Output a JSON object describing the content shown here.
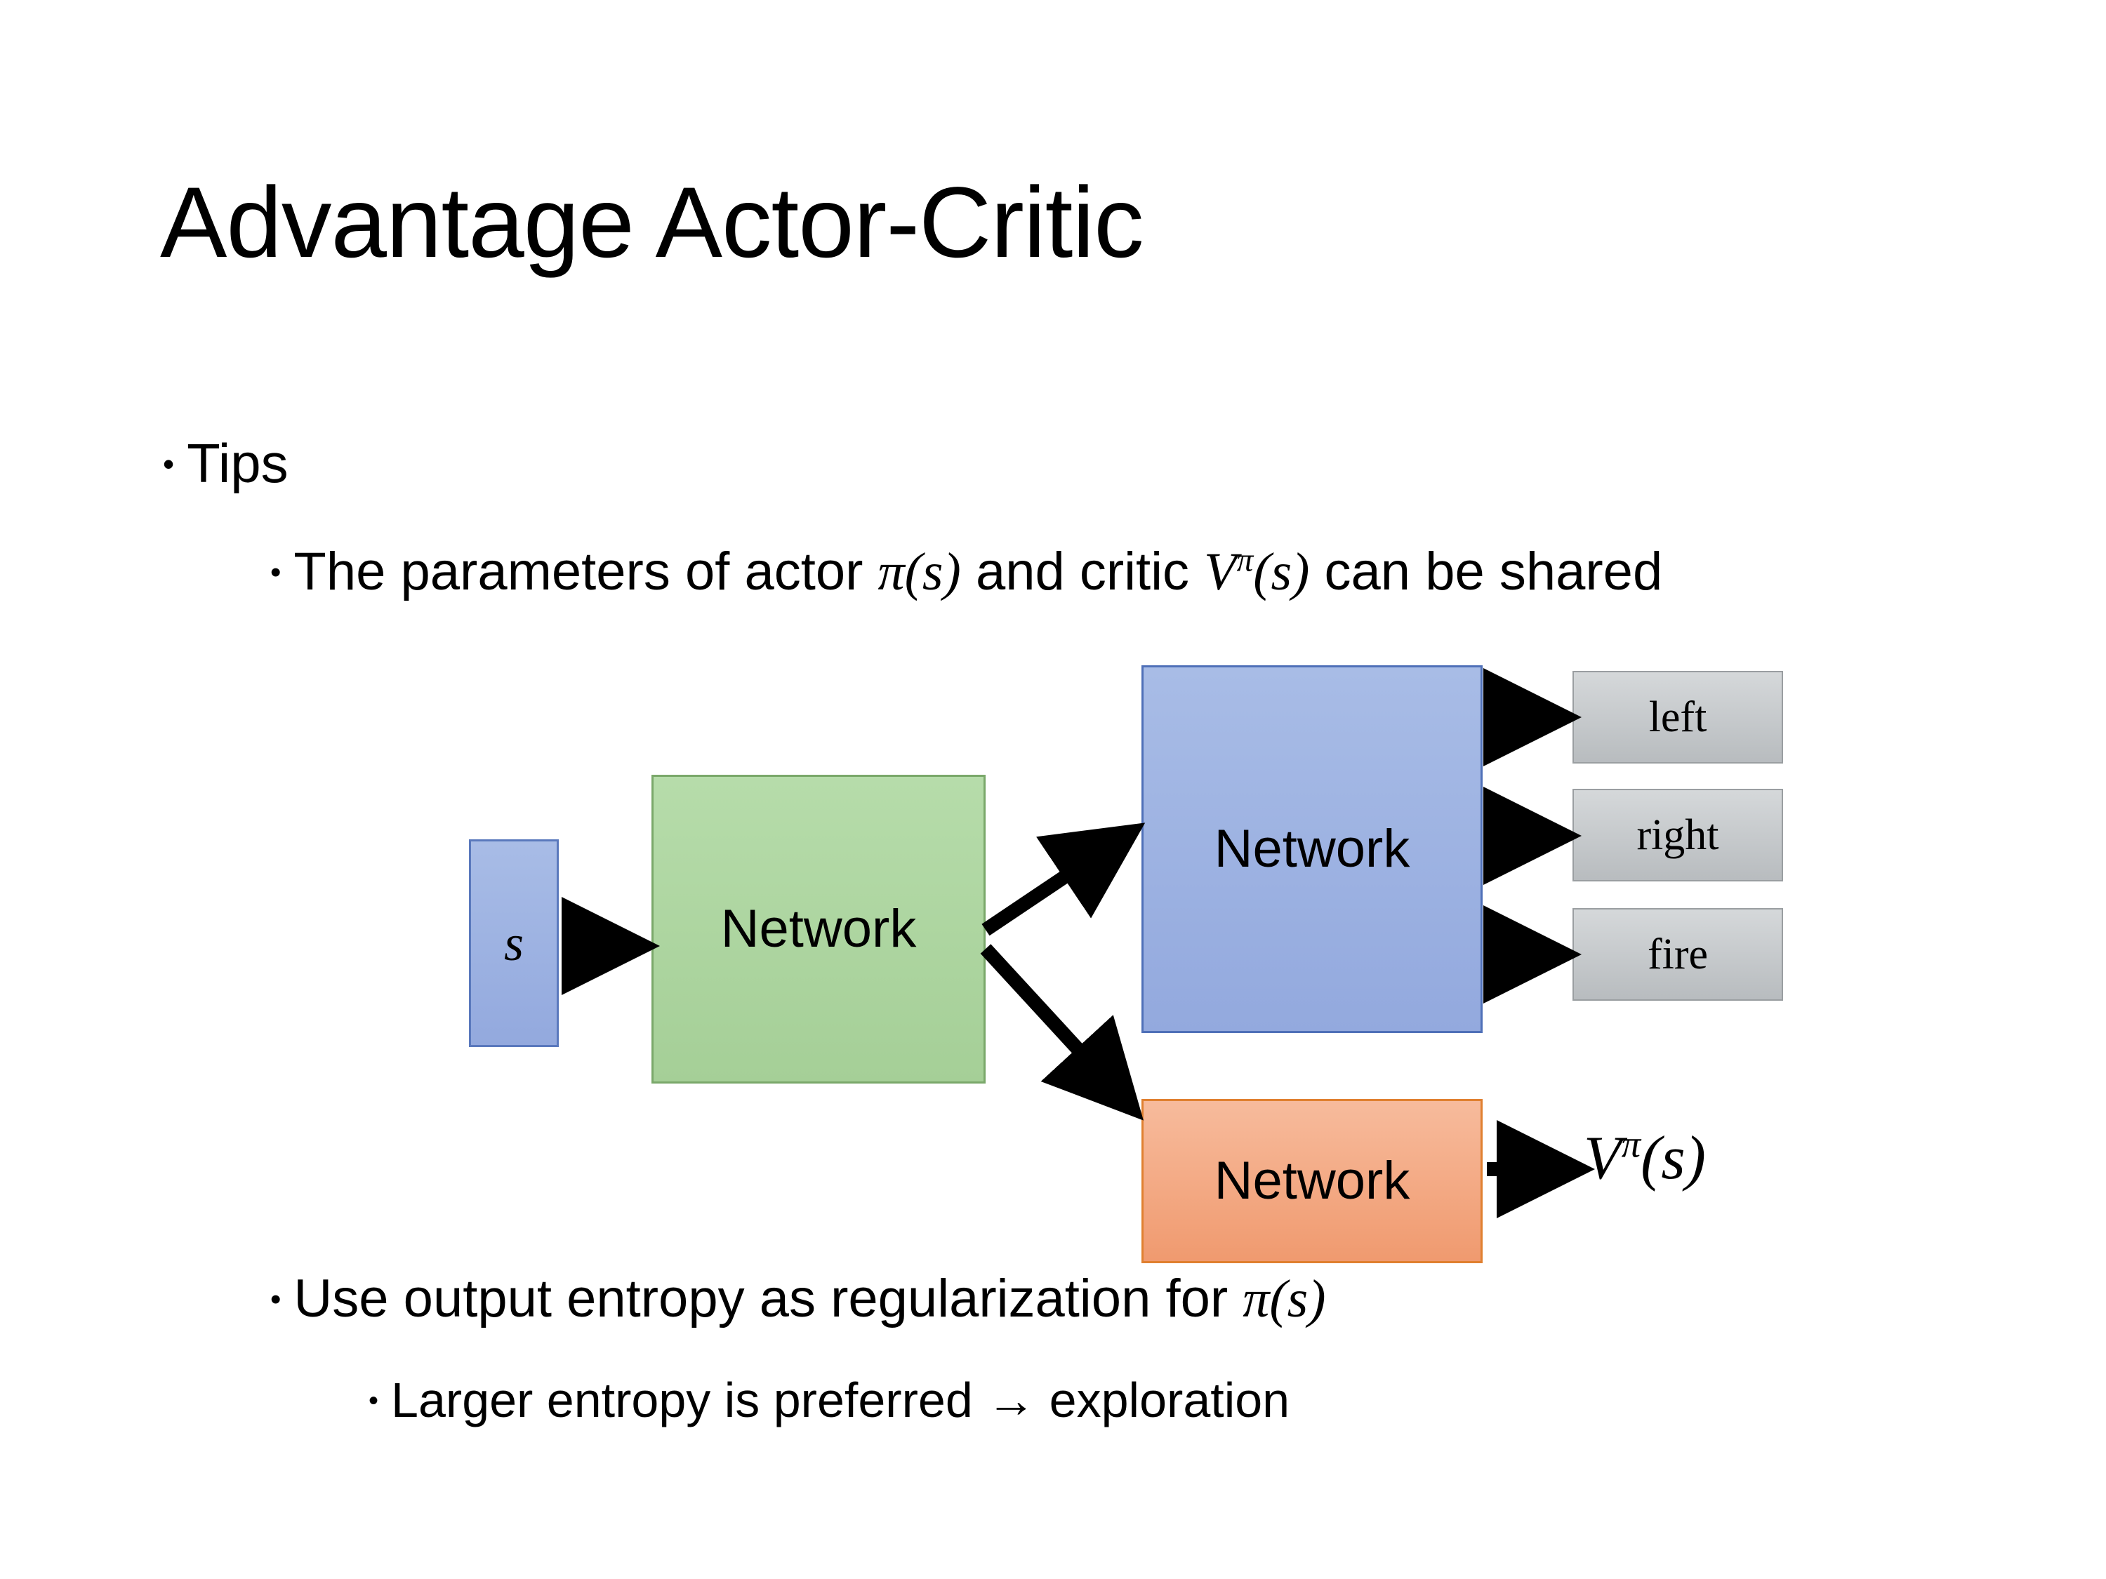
{
  "slide": {
    "title": "Advantage Actor-Critic",
    "bullets": [
      {
        "level": 1,
        "marker": "•",
        "text": "Tips"
      },
      {
        "level": 2,
        "marker": "•",
        "text_parts": [
          "The parameters of actor ",
          "π(s)",
          "  and critic ",
          "V",
          "π",
          "(s)",
          " can be shared"
        ],
        "text_plain": "The parameters of actor π(s)  and critic Vπ(s) can be shared"
      },
      {
        "level": 2,
        "marker": "•",
        "text_plain": "Use output entropy as regularization for π(s)",
        "prefix": "Use output entropy as regularization for ",
        "math": "π(s)"
      },
      {
        "level": 3,
        "marker": "•",
        "text_plain": "Larger entropy is preferred → exploration",
        "prefix": "Larger entropy is preferred ",
        "arrow": "→",
        "suffix": " exploration"
      }
    ]
  },
  "diagram": {
    "input_box": {
      "label": "s",
      "color": "#9CB0DF",
      "border": "#5A79BD"
    },
    "shared_network": {
      "label": "Network",
      "color": "#AED5A0",
      "border": "#7AA86A"
    },
    "actor_network": {
      "label": "Network",
      "color": "#9CB0DF",
      "border": "#4F70B8"
    },
    "critic_network": {
      "label": "Network",
      "color": "#F4A983",
      "border": "#E08030"
    },
    "actor_outputs": [
      {
        "label": "left",
        "color": "#C6C9CC"
      },
      {
        "label": "right",
        "color": "#C6C9CC"
      },
      {
        "label": "fire",
        "color": "#C6C9CC"
      }
    ],
    "critic_output": {
      "symbol": "V",
      "superscript": "π",
      "argument": "(s)"
    },
    "arrow_color": "#000000"
  }
}
